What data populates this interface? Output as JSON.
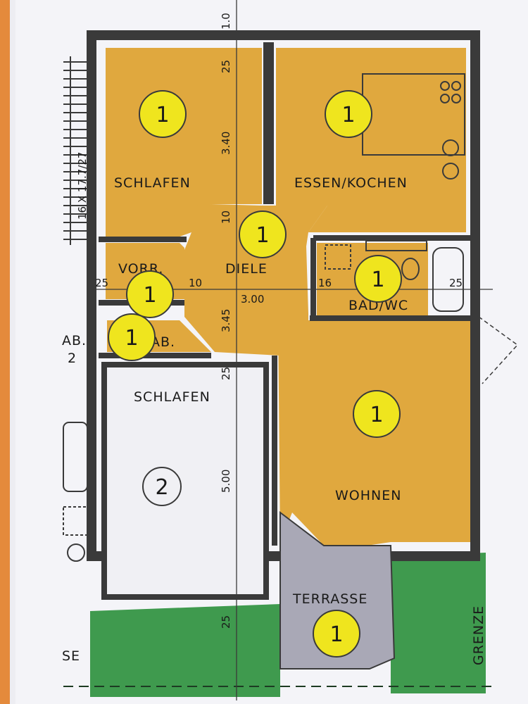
{
  "plan": {
    "colors": {
      "room_unit1": "#e0a83e",
      "room_unit2": "#f0f0f4",
      "terrace": "#a9a8b6",
      "garden": "#3f9a4e",
      "badge": "#efe51e",
      "wall": "#3a3a3a",
      "paper": "#f4f4f8",
      "margin": "#e48a3c"
    },
    "rooms": {
      "schlafen1": "SCHLAFEN",
      "essen_kochen": "ESSEN/KOCHEN",
      "vorr": "VORR.",
      "diele": "DIELE",
      "bad_wc": "BAD/WC",
      "ab": "AB.",
      "schlafen2": "SCHLAFEN",
      "wohnen": "WOHNEN",
      "terrasse": "TERRASSE"
    },
    "badges": {
      "schlafen1": "1",
      "essen_kochen": "1",
      "diele": "1",
      "vorr": "1",
      "bad_wc": "1",
      "ab": "1",
      "wohnen": "1",
      "terrasse": "1",
      "schlafen2": "2"
    },
    "dimensions": {
      "top": "1.0",
      "d25_top": "25",
      "d340": "3.40",
      "d10_mid": "10",
      "d25_left": "25",
      "d10_left": "10",
      "d16": "16",
      "d25_right": "25",
      "d300": "3.00",
      "d345": "3.45",
      "d25_mid": "25",
      "d500": "5.00",
      "d25_bottom": "25"
    },
    "stair_label": "16 X 17.7/27",
    "neighbor_ab": "AB.",
    "neighbor_num": "2",
    "left_edge_text": "SE",
    "boundary_label": "GRENZE"
  }
}
